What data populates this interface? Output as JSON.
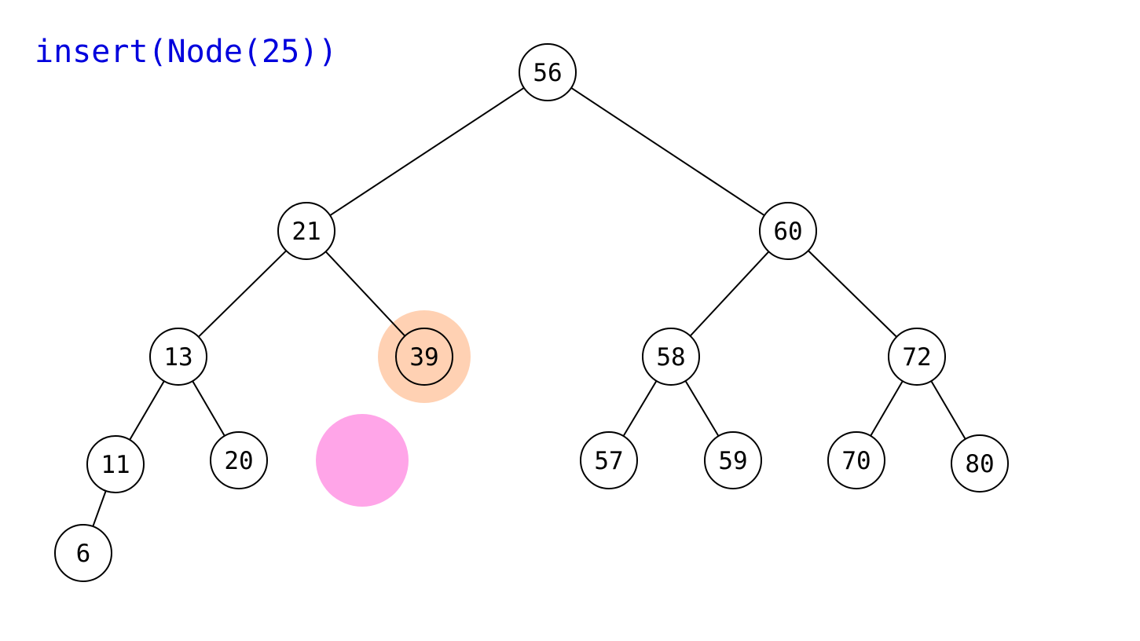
{
  "operation": {
    "text": "insert(Node(25))",
    "color": "#0000dd"
  },
  "colors": {
    "node_stroke": "#000000",
    "node_fill": "#ffffff",
    "edge": "#000000",
    "compare_highlight": "#ffd1b3",
    "insert_marker": "#ffa5e8"
  },
  "tree": {
    "nodes": [
      {
        "id": "n56",
        "label": "56"
      },
      {
        "id": "n21",
        "label": "21"
      },
      {
        "id": "n60",
        "label": "60"
      },
      {
        "id": "n13",
        "label": "13"
      },
      {
        "id": "n39",
        "label": "39",
        "highlighted": true
      },
      {
        "id": "n58",
        "label": "58"
      },
      {
        "id": "n72",
        "label": "72"
      },
      {
        "id": "n11",
        "label": "11"
      },
      {
        "id": "n20",
        "label": "20"
      },
      {
        "id": "n57",
        "label": "57"
      },
      {
        "id": "n59",
        "label": "59"
      },
      {
        "id": "n70",
        "label": "70"
      },
      {
        "id": "n80",
        "label": "80"
      },
      {
        "id": "n6",
        "label": "6"
      }
    ],
    "edges": [
      [
        "n56",
        "n21"
      ],
      [
        "n56",
        "n60"
      ],
      [
        "n21",
        "n13"
      ],
      [
        "n21",
        "n39"
      ],
      [
        "n60",
        "n58"
      ],
      [
        "n60",
        "n72"
      ],
      [
        "n13",
        "n11"
      ],
      [
        "n13",
        "n20"
      ],
      [
        "n58",
        "n57"
      ],
      [
        "n58",
        "n59"
      ],
      [
        "n72",
        "n70"
      ],
      [
        "n72",
        "n80"
      ],
      [
        "n11",
        "n6"
      ]
    ]
  }
}
